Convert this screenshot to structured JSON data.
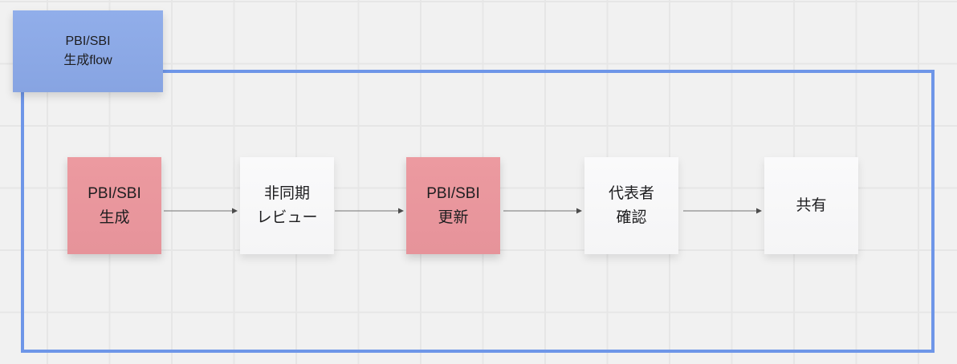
{
  "app": {
    "background_color": "#f1f1f1",
    "grid_color": "#e6e6e6"
  },
  "frame": {
    "border_color": "#6e96e8",
    "title_bg_color": "#8caae6",
    "title_lines": [
      "PBI/SBI",
      "生成flow"
    ]
  },
  "flow": {
    "node_colors": {
      "pink": "#e9979d",
      "light": "#f8f8f9"
    },
    "arrow_color": "#8c8c8c",
    "arrowhead_color": "#4d4d4d",
    "nodes": [
      {
        "id": "pbi-sbi-generate",
        "style": "pink",
        "lines": [
          "PBI/SBI",
          "生成"
        ]
      },
      {
        "id": "async-review",
        "style": "light",
        "lines": [
          "非同期",
          "レビュー"
        ]
      },
      {
        "id": "pbi-sbi-update",
        "style": "pink",
        "lines": [
          "PBI/SBI",
          "更新"
        ]
      },
      {
        "id": "representative-confirm",
        "style": "light",
        "lines": [
          "代表者",
          "確認"
        ]
      },
      {
        "id": "share",
        "style": "light",
        "lines": [
          "共有"
        ]
      }
    ]
  }
}
